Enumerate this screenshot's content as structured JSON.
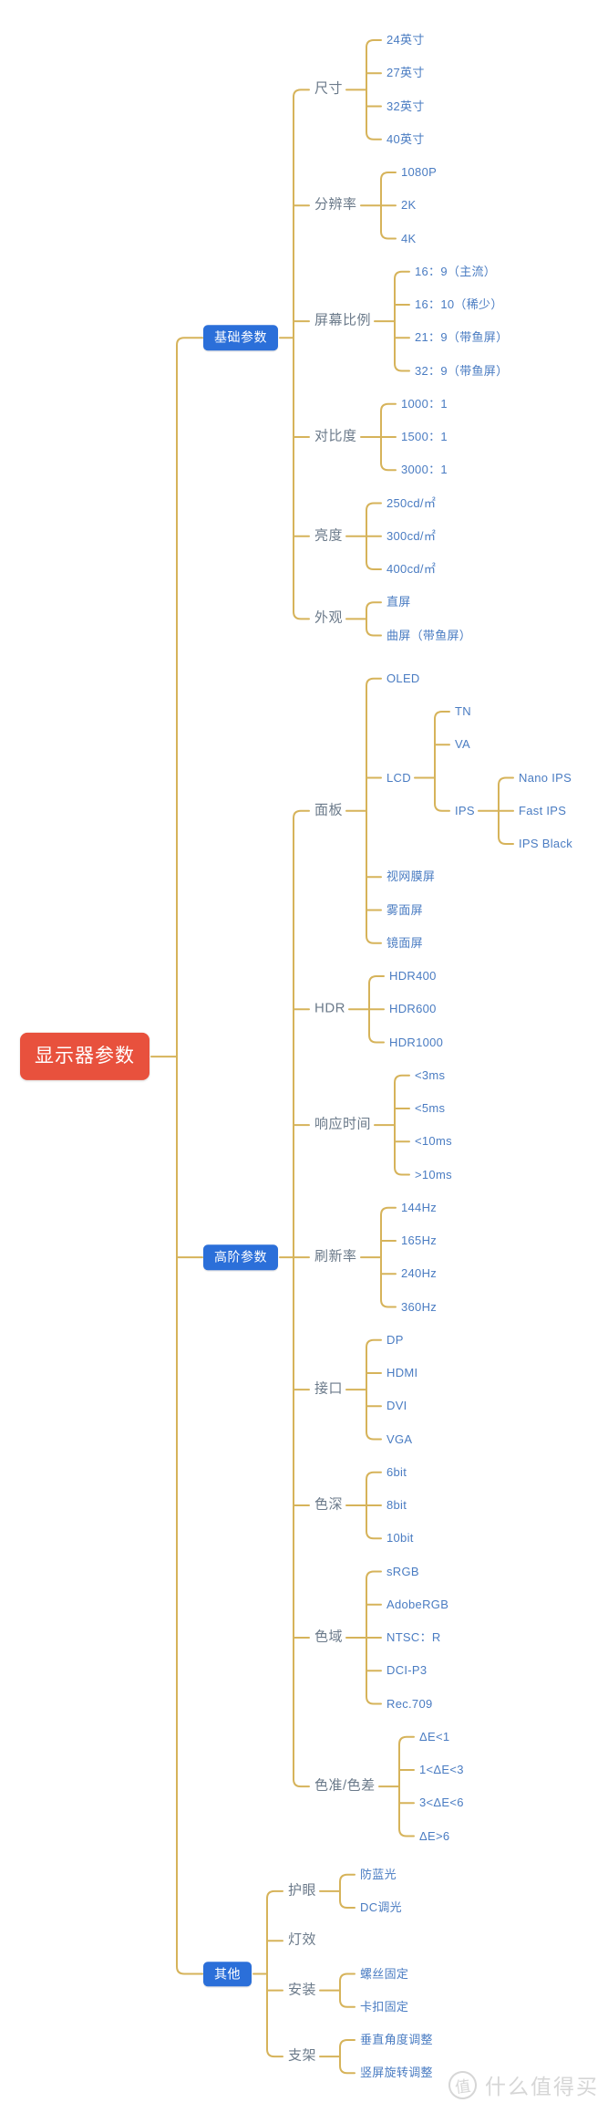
{
  "colors": {
    "line": "#D6B35A",
    "root_bg": "#E8513D",
    "branch_bg": "#2B6FD9",
    "mid_text": "#6B7A8A",
    "leaf_text": "#4A7CC2",
    "box_text": "#FFFFFF",
    "watermark": "#D6D6D6"
  },
  "watermark": {
    "logo_char": "值",
    "text": "什么值得买"
  },
  "mindmap": {
    "label": "显示器参数",
    "children": [
      {
        "label": "基础参数",
        "children": [
          {
            "label": "尺寸",
            "children": [
              {
                "label": "24英寸"
              },
              {
                "label": "27英寸"
              },
              {
                "label": "32英寸"
              },
              {
                "label": "40英寸"
              }
            ]
          },
          {
            "label": "分辨率",
            "children": [
              {
                "label": "1080P"
              },
              {
                "label": "2K"
              },
              {
                "label": "4K"
              }
            ]
          },
          {
            "label": "屏幕比例",
            "children": [
              {
                "label": "16：9（主流）"
              },
              {
                "label": "16：10（稀少）"
              },
              {
                "label": "21：9（带鱼屏）"
              },
              {
                "label": "32：9（带鱼屏）"
              }
            ]
          },
          {
            "label": "对比度",
            "children": [
              {
                "label": "1000：1"
              },
              {
                "label": "1500：1"
              },
              {
                "label": "3000：1"
              }
            ]
          },
          {
            "label": "亮度",
            "children": [
              {
                "label": "250cd/㎡"
              },
              {
                "label": "300cd/㎡"
              },
              {
                "label": "400cd/㎡"
              }
            ]
          },
          {
            "label": "外观",
            "children": [
              {
                "label": "直屏"
              },
              {
                "label": "曲屏（带鱼屏）"
              }
            ]
          }
        ]
      },
      {
        "label": "高阶参数",
        "children": [
          {
            "label": "面板",
            "children": [
              {
                "label": "OLED"
              },
              {
                "label": "LCD",
                "children": [
                  {
                    "label": "TN"
                  },
                  {
                    "label": "VA"
                  },
                  {
                    "label": "IPS",
                    "children": [
                      {
                        "label": "Nano IPS"
                      },
                      {
                        "label": "Fast IPS"
                      },
                      {
                        "label": "IPS Black"
                      }
                    ]
                  }
                ]
              },
              {
                "label": "视网膜屏"
              },
              {
                "label": "雾面屏"
              },
              {
                "label": "镜面屏"
              }
            ]
          },
          {
            "label": "HDR",
            "children": [
              {
                "label": "HDR400"
              },
              {
                "label": "HDR600"
              },
              {
                "label": "HDR1000"
              }
            ]
          },
          {
            "label": "响应时间",
            "children": [
              {
                "label": "<3ms"
              },
              {
                "label": "<5ms"
              },
              {
                "label": "<10ms"
              },
              {
                "label": ">10ms"
              }
            ]
          },
          {
            "label": "刷新率",
            "children": [
              {
                "label": "144Hz"
              },
              {
                "label": "165Hz"
              },
              {
                "label": "240Hz"
              },
              {
                "label": "360Hz"
              }
            ]
          },
          {
            "label": "接口",
            "children": [
              {
                "label": "DP"
              },
              {
                "label": "HDMI"
              },
              {
                "label": "DVI"
              },
              {
                "label": "VGA"
              }
            ]
          },
          {
            "label": "色深",
            "children": [
              {
                "label": "6bit"
              },
              {
                "label": "8bit"
              },
              {
                "label": "10bit"
              }
            ]
          },
          {
            "label": "色域",
            "children": [
              {
                "label": "sRGB"
              },
              {
                "label": "AdobeRGB"
              },
              {
                "label": "NTSC：R"
              },
              {
                "label": "DCI-P3"
              },
              {
                "label": "Rec.709"
              }
            ]
          },
          {
            "label": "色准/色差",
            "children": [
              {
                "label": "ΔE<1"
              },
              {
                "label": "1<ΔE<3"
              },
              {
                "label": "3<ΔE<6"
              },
              {
                "label": "ΔE>6"
              }
            ]
          }
        ]
      },
      {
        "label": "其他",
        "children": [
          {
            "label": "护眼",
            "children": [
              {
                "label": "防蓝光"
              },
              {
                "label": "DC调光"
              }
            ]
          },
          {
            "label": "灯效"
          },
          {
            "label": "安装",
            "children": [
              {
                "label": "螺丝固定"
              },
              {
                "label": "卡扣固定"
              }
            ]
          },
          {
            "label": "支架",
            "children": [
              {
                "label": "垂直角度调整"
              },
              {
                "label": "竖屏旋转调整"
              }
            ]
          }
        ]
      }
    ]
  }
}
